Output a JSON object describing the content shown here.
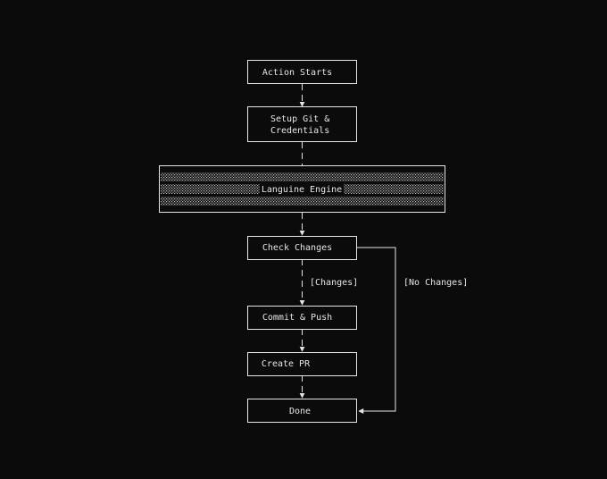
{
  "diagram": {
    "nodes": {
      "action_starts": "Action Starts",
      "setup_line1": "Setup Git &",
      "setup_line2": "Credentials",
      "engine": "Languine Engine",
      "check_changes": "Check Changes",
      "commit_push": "Commit & Push",
      "create_pr": "Create PR",
      "done": "Done"
    },
    "edges": {
      "changes": "[Changes]",
      "no_changes": "[No Changes]"
    }
  },
  "colors": {
    "background": "#0b0b0b",
    "stroke": "#e6e6e6"
  }
}
